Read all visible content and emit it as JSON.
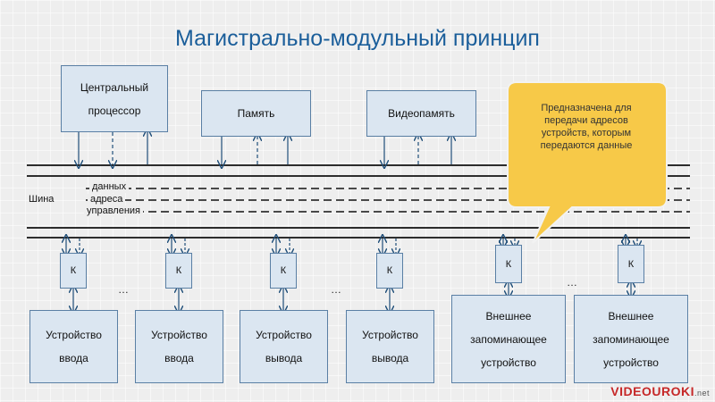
{
  "title": "Магистрально-модульный принцип",
  "modules": {
    "cpu": "Центральный процессор",
    "memory": "Память",
    "videomemory": "Видеопамять"
  },
  "bus": {
    "label": "Шина",
    "lines": [
      "данных",
      "адреса",
      "управления"
    ]
  },
  "controller_label": "К",
  "ellipsis": "…",
  "devices": [
    "Устройство ввода",
    "Устройство ввода",
    "Устройство вывода",
    "Устройство вывода",
    "Внешнее запоминающее устройство",
    "Внешнее запоминающее устройство"
  ],
  "callout": "Предназначена для передачи адресов устройств, которым передаются данные",
  "logo": {
    "brand": "VIDEOUROKI",
    "suffix": ".net"
  },
  "colors": {
    "title": "#1b5e9a",
    "box_fill": "#dbe6f1",
    "box_border": "#5a7fa4",
    "callout_fill": "#f7c948",
    "logo": "#c62828"
  }
}
